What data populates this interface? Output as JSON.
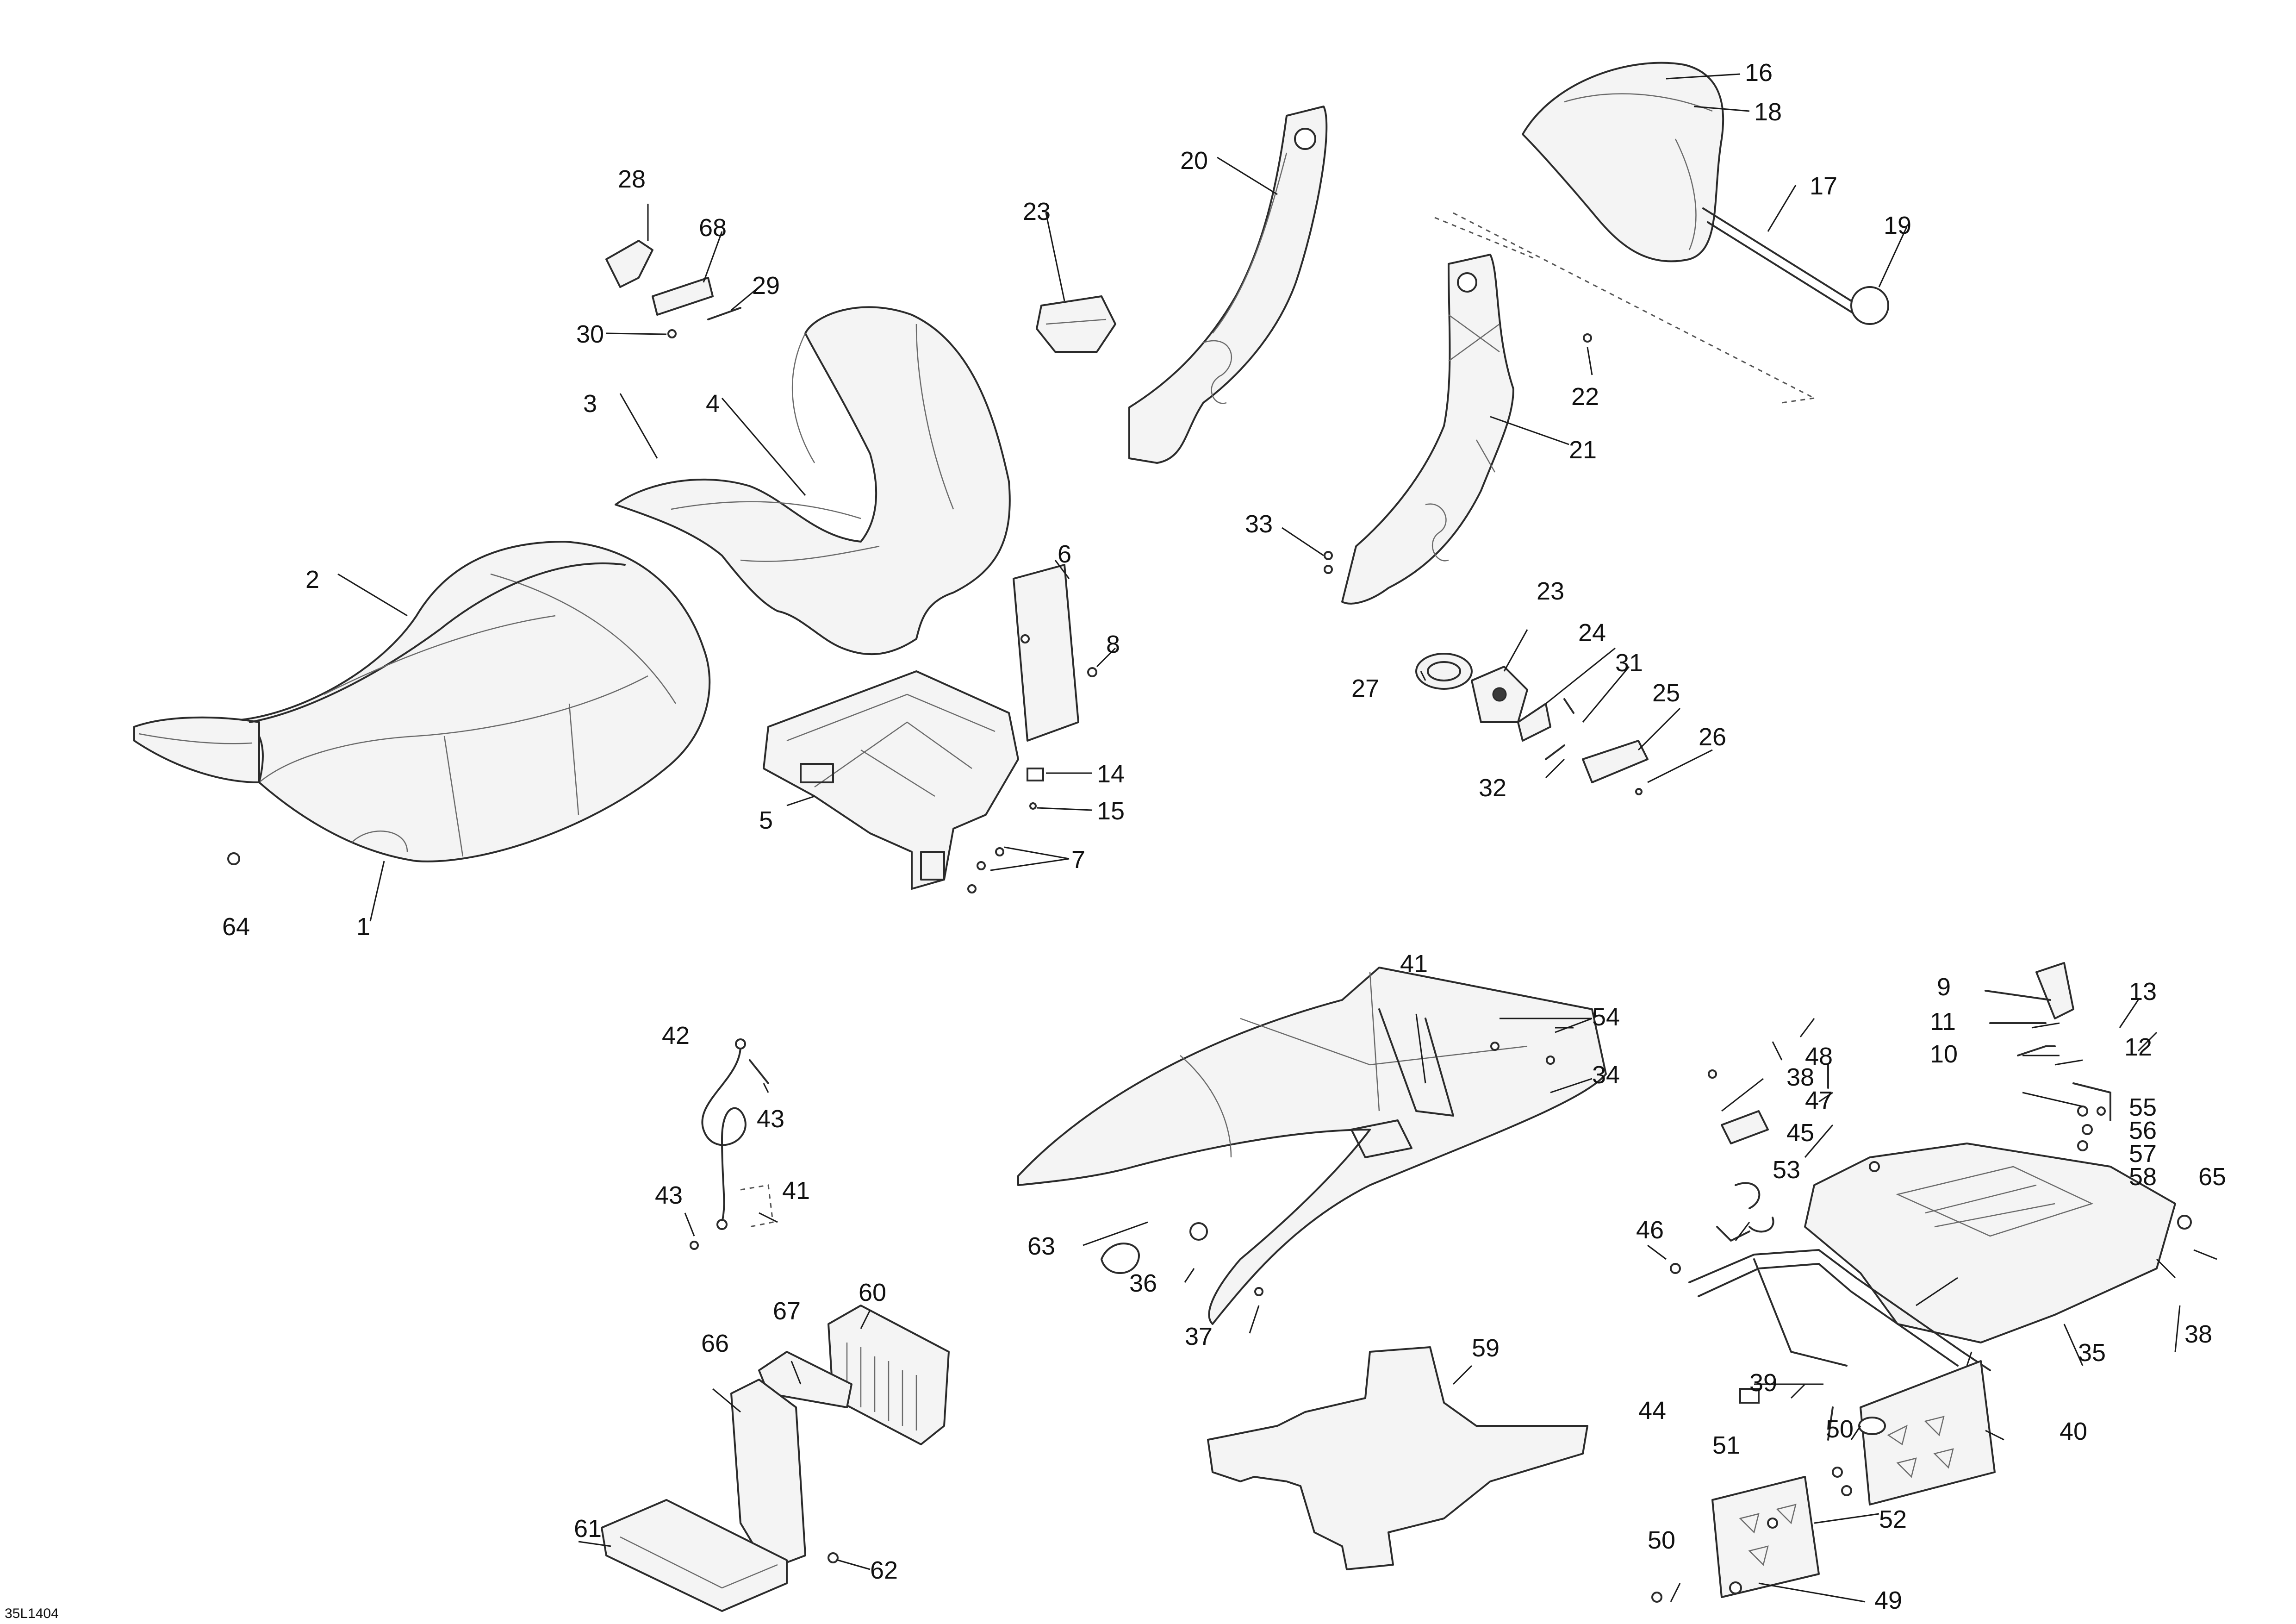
{
  "drawing_id": "35L1404",
  "callouts": [
    "1",
    "2",
    "3",
    "4",
    "5",
    "6",
    "7",
    "8",
    "9",
    "10",
    "11",
    "12",
    "13",
    "14",
    "15",
    "16",
    "17",
    "18",
    "19",
    "20",
    "21",
    "22",
    "23",
    "23",
    "24",
    "25",
    "26",
    "27",
    "28",
    "29",
    "30",
    "31",
    "32",
    "33",
    "34",
    "35",
    "36",
    "37",
    "38",
    "38",
    "39",
    "40",
    "41",
    "41",
    "42",
    "43",
    "43",
    "44",
    "45",
    "46",
    "47",
    "48",
    "49",
    "50",
    "50",
    "51",
    "52",
    "53",
    "54",
    "55",
    "56",
    "57",
    "58",
    "59",
    "60",
    "61",
    "62",
    "63",
    "64",
    "65",
    "66",
    "67",
    "68"
  ]
}
